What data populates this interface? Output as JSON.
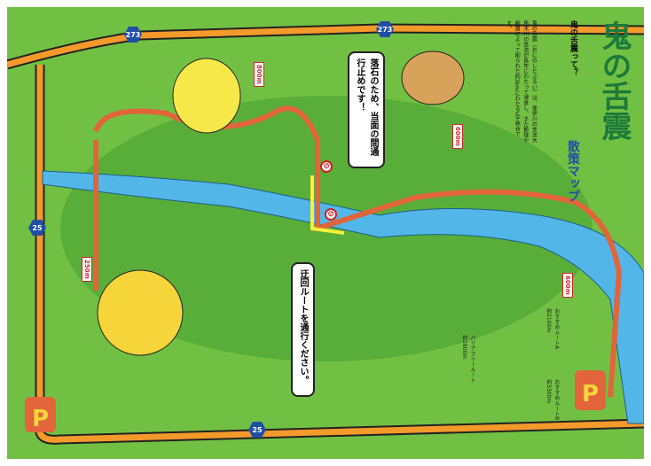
{
  "title": {
    "main": "鬼の舌震",
    "sub": "散策マップ"
  },
  "intro": {
    "heading": "鬼の舌震って？",
    "body": "鬼の舌震（おにのしたぶるい）は、斐伊川の支流大馬木川の急流が長年にわたって浸食し、また節理や断層によって削られた約2kmにわたるV字峡谷です。"
  },
  "callouts": {
    "closure": "落石のため、当面の間通行止めです！",
    "detour": "迂回ルートを通行ください。"
  },
  "distances": [
    "800m",
    "600m",
    "250m",
    "600m"
  ],
  "road_numbers": [
    "273",
    "273",
    "25",
    "25"
  ],
  "routes": [
    {
      "name": "おすすめルートA",
      "length": "約2100m"
    },
    {
      "name": "おすすめルートB",
      "length": "約3300m"
    },
    {
      "name": "バリアフリールート",
      "length": "約2800m"
    }
  ],
  "colors": {
    "grass": "#72c043",
    "road": "#f39a2b",
    "river": "#52b6e8",
    "path": "#e2643a",
    "accent": "#1f4fa5",
    "title": "#1c7a3a"
  }
}
